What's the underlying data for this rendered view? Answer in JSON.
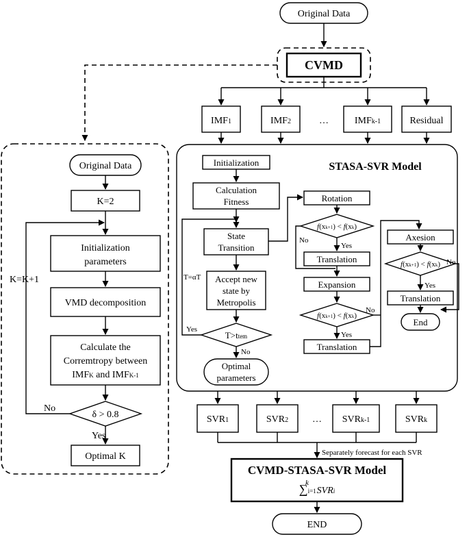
{
  "top": {
    "original_data": "Original Data",
    "cvmd": "CVMD",
    "imfs": [
      {
        "main": "IMF",
        "sub": "1"
      },
      {
        "main": "IMF",
        "sub": "2"
      },
      {
        "main": "…",
        "sub": ""
      },
      {
        "main": "IMF",
        "sub": "k-1"
      },
      {
        "main": "Residual",
        "sub": ""
      }
    ]
  },
  "left_panel": {
    "original_data": "Original Data",
    "k_init": "K=2",
    "init_line1": "Initialization",
    "init_line2": "parameters",
    "vmd": "VMD decomposition",
    "calc_line1": "Calculate the",
    "calc_line2": "Corremtropy between",
    "calc_imf_a": "IMF",
    "calc_imf_a_sub": "K",
    "calc_and": " and IMF",
    "calc_imf_b_sub": "K-1",
    "decision": "δ > 0.8",
    "loop_label": "K=K+1",
    "no_label": "No",
    "yes_label": "Yes",
    "optimal_k": "Optimal K"
  },
  "stasa": {
    "title": "STASA-SVR Model",
    "initialization": "Initialization",
    "fitness_line1": "Calculation",
    "fitness_line2": "Fitness",
    "state_line1": "State",
    "state_line2": "Transition",
    "accept_line1": "Accept new",
    "accept_line2": "state by",
    "accept_line3": "Metropolis",
    "temp_decision_main": "T>t",
    "temp_decision_sub": "tem",
    "t_update": "T=αT",
    "yes_label": "Yes",
    "no_label": "No",
    "optimal_line1": "Optimal",
    "optimal_line2": "parameters",
    "rotation": "Rotation",
    "translation1": "Translation",
    "expansion": "Expansion",
    "translation2": "Translation",
    "axesion": "Axesion",
    "translation3": "Translation",
    "end": "End",
    "cond_f": "f",
    "cond_x": "(x",
    "cond_sub_next": "k+1",
    "cond_lt": ") < ",
    "cond_sub_k": "k",
    "cond_close": ")",
    "rot_no": "No",
    "rot_yes": "Yes",
    "exp_no": "No",
    "exp_yes": "Yes",
    "axe_no": "No",
    "axe_yes": "Yes"
  },
  "bottom": {
    "svrs": [
      {
        "main": "SVR",
        "sub": "1"
      },
      {
        "main": "SVR",
        "sub": "2"
      },
      {
        "main": "…",
        "sub": ""
      },
      {
        "main": "SVR",
        "sub": "k-1"
      },
      {
        "main": "SVR",
        "sub": "k"
      }
    ],
    "forecast_note": "Separately forecast for each SVR",
    "final_title": "CVMD-STASA-SVR Model",
    "sum_symbol": "∑",
    "sum_upper": "k",
    "sum_lower": "i=1",
    "sum_term": "SVR",
    "sum_term_sub": "i",
    "end": "END"
  }
}
